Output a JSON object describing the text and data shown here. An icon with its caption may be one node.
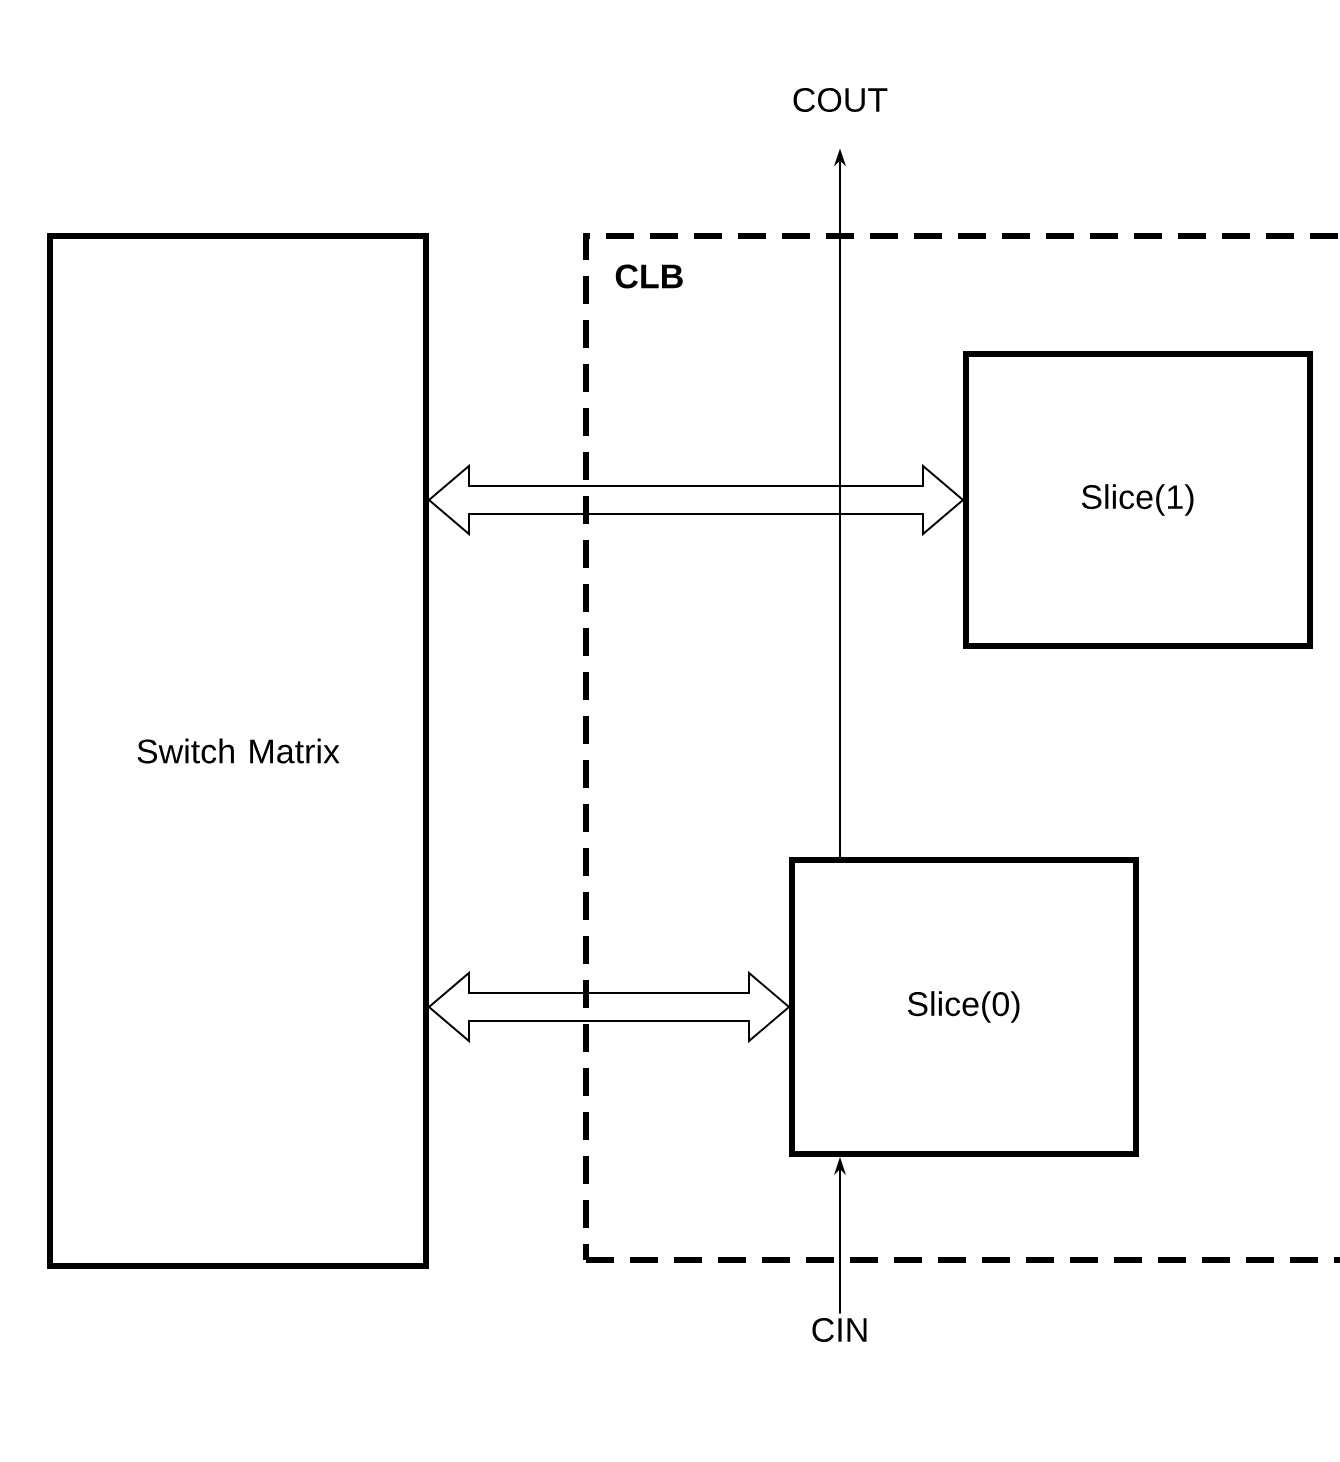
{
  "diagram": {
    "nodes": [
      {
        "text": [
          "Switch Matrix"
        ]
      },
      {
        "text": [
          "CLB"
        ]
      },
      {
        "text": [
          "Slice(1)"
        ],
        "in": 1
      },
      {
        "text": [
          "Slice(0)"
        ],
        "in": 1
      },
      {
        "text": [
          "COUT"
        ]
      },
      {
        "text": [
          "CIN"
        ]
      }
    ],
    "edges": [
      {
        "from": 0,
        "to": 2,
        "arrow": "both"
      },
      {
        "from": 0,
        "to": 3,
        "arrow": "both"
      },
      {
        "from": 3,
        "to": 4,
        "arrow": "to"
      },
      {
        "from": 5,
        "to": 3,
        "arrow": "to"
      }
    ]
  }
}
